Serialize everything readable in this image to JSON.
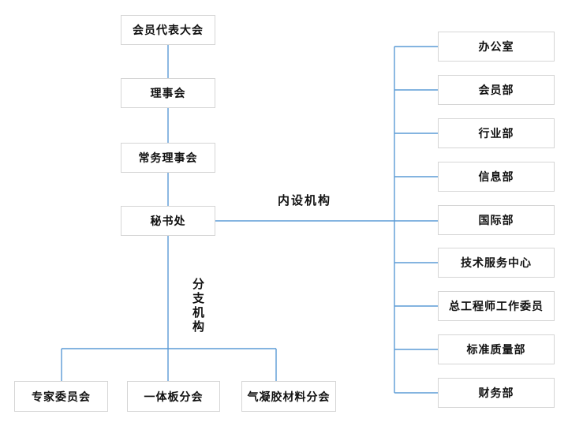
{
  "diagram": {
    "kind": "org-chart",
    "colors": {
      "connector_blue": "#5B9BD5",
      "box_border": "#D5D5D5",
      "box_fill": "#FFFFFF",
      "text": "#111111"
    },
    "hierarchy": {
      "general_assembly": "会员代表大会",
      "council": "理事会",
      "standing_council": "常务理事会",
      "secretariat": "秘书处"
    },
    "group_labels": {
      "internal_organs": "内设机构",
      "branch_organs": "分支机构"
    },
    "internal_departments": [
      "办公室",
      "会员部",
      "行业部",
      "信息部",
      "国际部",
      "技术服务中心",
      "总工程师工作委员",
      "标准质量部",
      "财务部"
    ],
    "branches": [
      "专家委员会",
      "一体板分会",
      "气凝胶材料分会"
    ]
  }
}
